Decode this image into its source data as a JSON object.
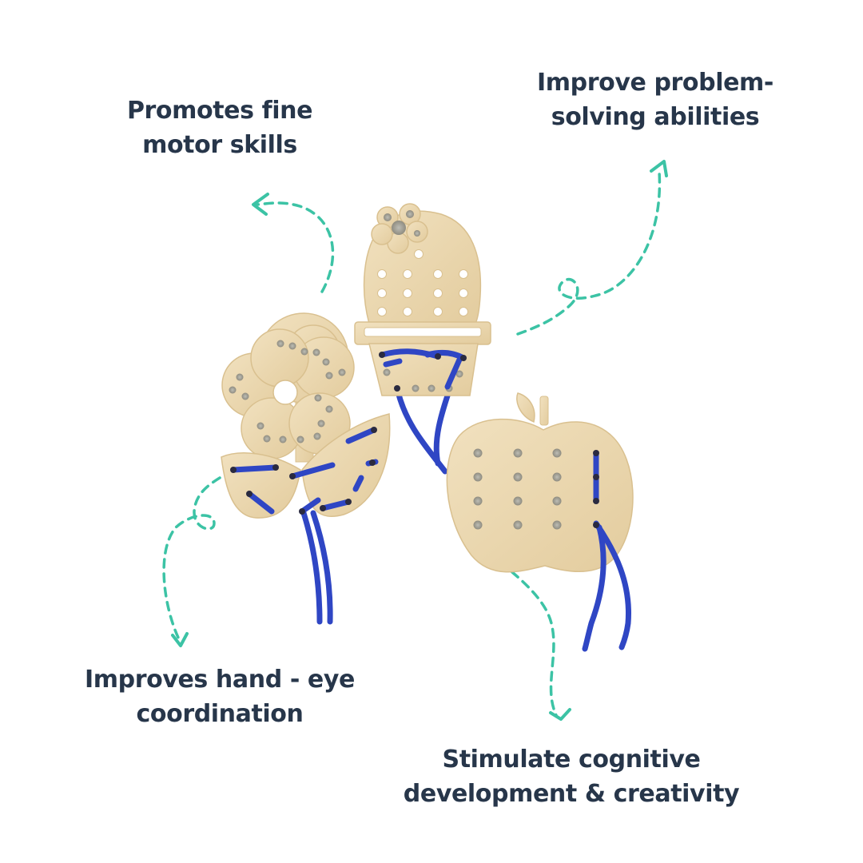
{
  "features": {
    "fine_motor": {
      "line1": "Promotes fine",
      "line2": "motor skills"
    },
    "problem_solving": {
      "line1": "Improve problem-",
      "line2": "solving abilities"
    },
    "hand_eye": {
      "line1": "Improves hand - eye",
      "line2": "coordination"
    },
    "cognitive": {
      "line1": "Stimulate cognitive",
      "line2": "development & creativity"
    }
  },
  "colors": {
    "text": "#27364a",
    "arrow": "#3cc3a5",
    "wood": "#ecd9b2",
    "wood_edge": "#d9c08f",
    "cord": "#2f46c4"
  },
  "toys": [
    "flower-lacing-board",
    "cactus-lacing-board",
    "apple-lacing-board"
  ]
}
